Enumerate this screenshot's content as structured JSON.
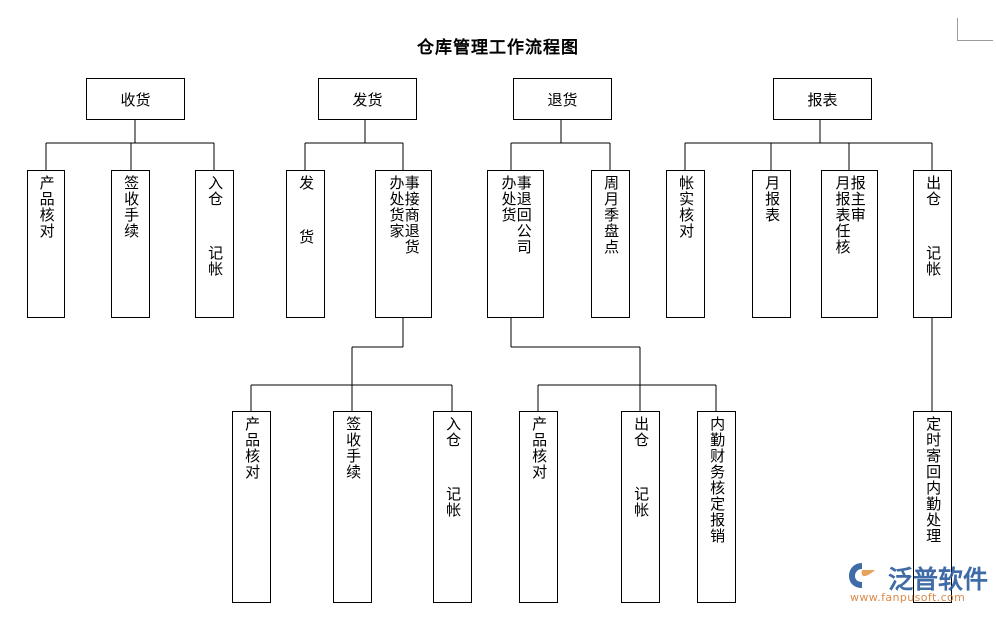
{
  "document": {
    "title": "仓库管理工作流程图",
    "watermark": {
      "brand": "泛普软件",
      "url": "www.fanpusoft.com",
      "brand_color": "#2f5fa0",
      "url_color": "#d8813a"
    },
    "colors": {
      "box_border": "#000000",
      "connector": "#000000",
      "background": "#ffffff",
      "corner_mark": "#9b9b9b"
    }
  },
  "chart_data": {
    "type": "diagram",
    "title": "仓库管理工作流程图",
    "orientation": "top-down tree, vertical CJK text in leaf boxes",
    "roots": [
      "收货",
      "发货",
      "退货",
      "报表"
    ]
  },
  "nodes": {
    "root_shouhuo": {
      "label": "收货"
    },
    "root_fahuo": {
      "label": "发货"
    },
    "root_tuihuo": {
      "label": "退货"
    },
    "root_baobiao": {
      "label": "报表"
    },
    "sh_1": {
      "col_right": "产品核对",
      "col_left": ""
    },
    "sh_2": {
      "col_right": "签收手续",
      "col_left": ""
    },
    "sh_3": {
      "col_right": "入仓  记帐",
      "col_left": ""
    },
    "fh_1": {
      "col_right": "发  货",
      "col_left": ""
    },
    "fh_2": {
      "col_right": "事接商退货",
      "col_left": "办处货家"
    },
    "th_1": {
      "col_right": "事退回公司",
      "col_left": "办处货"
    },
    "th_2": {
      "col_right": "周月季盘点",
      "col_left": ""
    },
    "bb_1": {
      "col_right": "帐实核对",
      "col_left": ""
    },
    "bb_2": {
      "col_right": "月报表",
      "col_left": ""
    },
    "bb_3": {
      "col_right": "报主审",
      "col_left": "月报表任核"
    },
    "bb_4": {
      "col_right": "出仓  记帐",
      "col_left": ""
    },
    "fh_b1": {
      "col_right": "产品核对",
      "col_left": ""
    },
    "fh_b2": {
      "col_right": "签收手续",
      "col_left": ""
    },
    "fh_b3": {
      "col_right": "入仓  记帐",
      "col_left": ""
    },
    "th_b1": {
      "col_right": "产品核对",
      "col_left": ""
    },
    "th_b2": {
      "col_right": "出仓  记帐",
      "col_left": ""
    },
    "th_b3": {
      "col_right": "内勤财务核定报销",
      "col_left": ""
    },
    "bb_b1": {
      "col_right": "定时寄回内勤处理",
      "col_left": ""
    }
  }
}
